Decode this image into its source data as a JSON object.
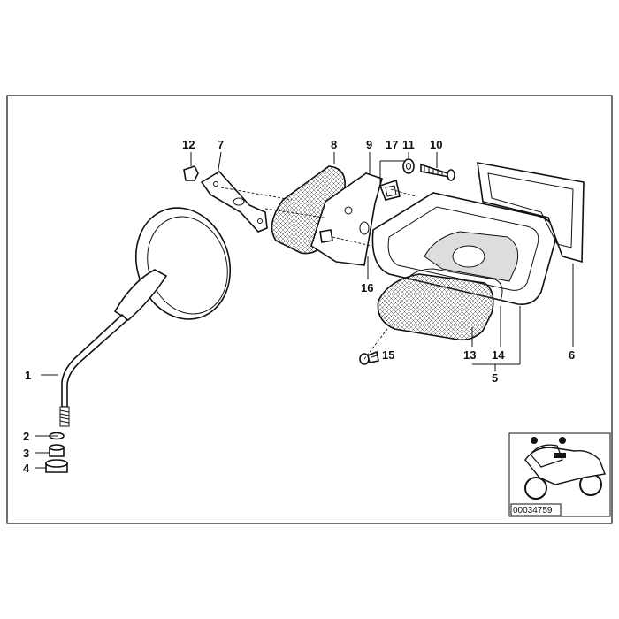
{
  "callouts": {
    "c1": "1",
    "c2": "2",
    "c3": "3",
    "c4": "4",
    "c5": "5",
    "c6": "6",
    "c7": "7",
    "c8": "8",
    "c9": "9",
    "c10": "10",
    "c11": "11",
    "c12": "12",
    "c13": "13",
    "c14": "14",
    "c15": "15",
    "c16": "16",
    "c17": "17"
  },
  "reference_number": "00034759"
}
